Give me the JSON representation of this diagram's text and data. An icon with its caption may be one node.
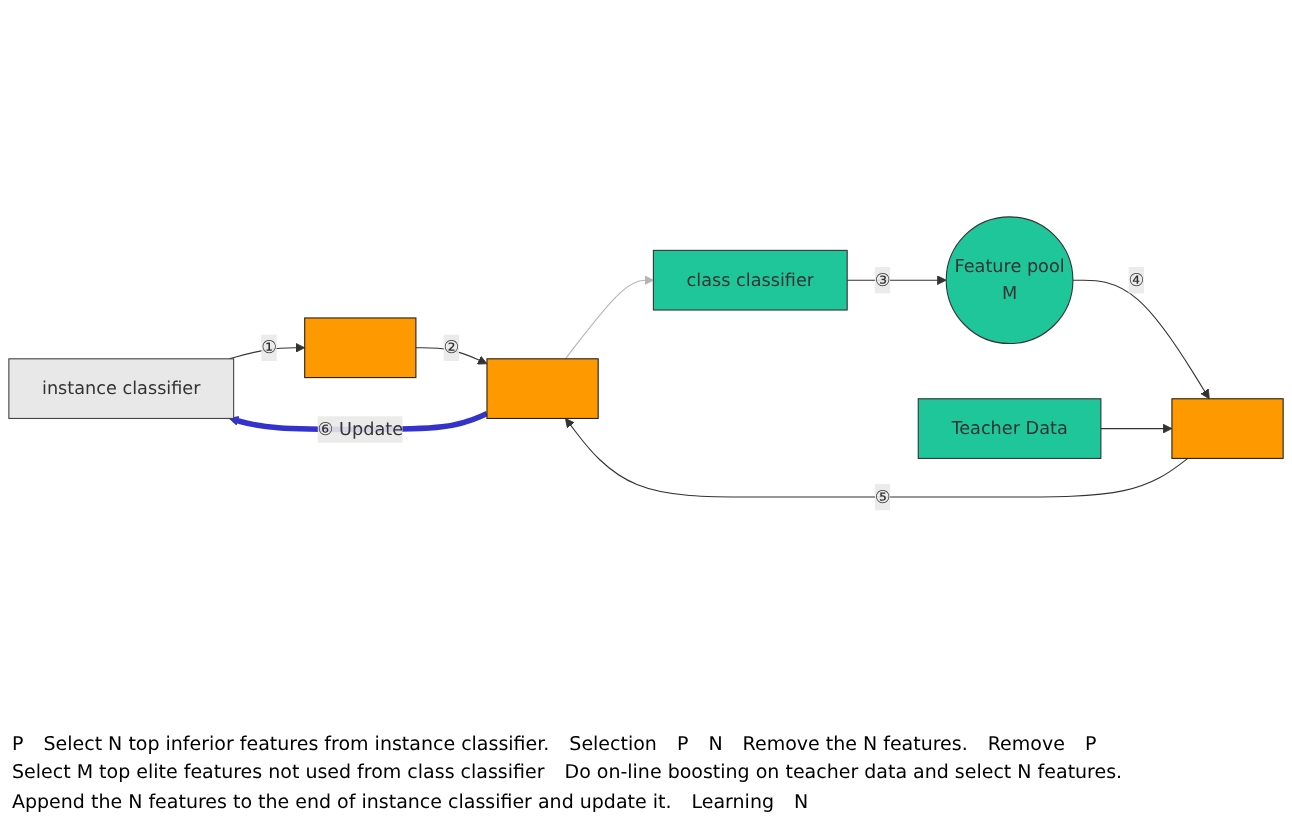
{
  "diagram": {
    "nodes": [
      {
        "text": [
          "instance classifier"
        ]
      },
      {
        "text": [],
        "shape": "box"
      },
      {
        "text": [],
        "shape": "box"
      },
      {
        "text": [
          "class classifier"
        ]
      },
      {
        "text": [
          "Feature pool",
          "M"
        ]
      },
      {
        "text": [
          "Teacher Data"
        ]
      },
      {
        "text": [],
        "shape": "box"
      }
    ],
    "edges": [
      {
        "from": 0,
        "to": 1,
        "arrow": "to",
        "label": "①"
      },
      {
        "from": 1,
        "to": 2,
        "arrow": "to",
        "label": "②"
      },
      {
        "from": 2,
        "to": 3,
        "arrow": "to",
        "color": "#b4b4b4"
      },
      {
        "from": 3,
        "to": 4,
        "arrow": "to",
        "label": "③"
      },
      {
        "from": 4,
        "to": 6,
        "arrow": "to",
        "label": "④"
      },
      {
        "from": 5,
        "to": 6,
        "arrow": "to"
      },
      {
        "from": 6,
        "to": 2,
        "arrow": "to",
        "label": "⑤"
      },
      {
        "from": 2,
        "to": 0,
        "arrow": "to",
        "label": "⑥ Update",
        "style": "thick",
        "color": "#3333cc"
      }
    ],
    "labels": [
      "P",
      "Select N top inferior features from instance classifier.",
      "Selection",
      "P",
      "N",
      "Remove the N features.",
      "Remove",
      "P",
      "Select M top elite features not used from class classifier",
      "Do on-line boosting on teacher data and select N features.",
      "Append the N features to the end of instance classifier and update it.",
      "Learning",
      "N"
    ]
  }
}
